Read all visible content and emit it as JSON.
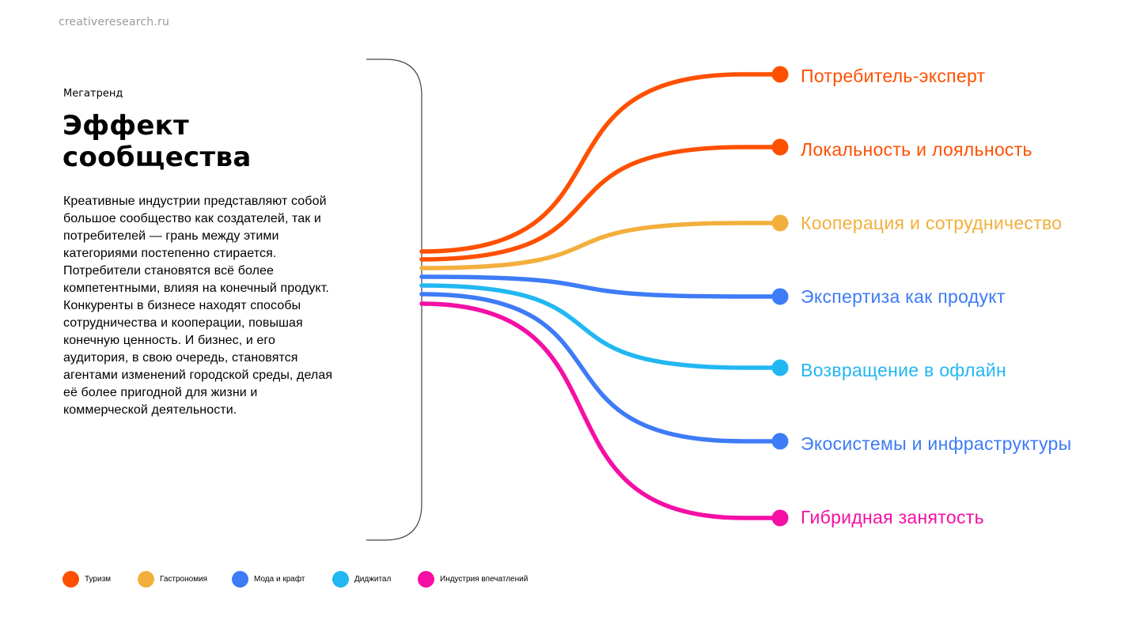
{
  "site": "creativeresearch.ru",
  "eyebrow": "Мегатренд",
  "title_lines": [
    "Эффект",
    "сообщества"
  ],
  "description_lines": [
    "Креативные индустрии представляют собой",
    "большое сообщество как создателей, так и",
    "потребителей — грань между этими",
    "категориями постепенно стирается.",
    "Потребители становятся всё более",
    "компетентными, влияя на конечный продукт.",
    "Конкуренты в бизнесе находят способы",
    "сотрудничества и кооперации, повышая",
    "конечную ценность. И бизнес, и его",
    "аудитория, в свою очередь, становятся",
    "агентами изменений городской среды, делая",
    "её более пригодной для жизни и",
    "коммерческой деятельности."
  ],
  "trends": [
    {
      "label": "Потребитель-эксперт",
      "color": "#FF5000"
    },
    {
      "label": "Локальность и лояльность",
      "color": "#FF5000"
    },
    {
      "label": "Кооперация и сотрудничество",
      "color": "#F2AF3C"
    },
    {
      "label": "Экспертиза как продукт",
      "color": "#3E7BF7"
    },
    {
      "label": "Возвращение в офлайн",
      "color": "#22B7F2"
    },
    {
      "label": "Экосистемы и инфраструктуры",
      "color": "#3E7BF7"
    },
    {
      "label": "Гибридная занятость",
      "color": "#F50FA5"
    }
  ],
  "legend": [
    {
      "label": "Туризм",
      "color": "#FF5000"
    },
    {
      "label": "Гастрономия",
      "color": "#F2AF3C"
    },
    {
      "label": "Мода и крафт",
      "color": "#3E7BF7"
    },
    {
      "label": "Диджитал",
      "color": "#22B7F2"
    },
    {
      "label": "Индустрия впечатлений",
      "color": "#F50FA5"
    }
  ],
  "bracket_color": "#444444"
}
